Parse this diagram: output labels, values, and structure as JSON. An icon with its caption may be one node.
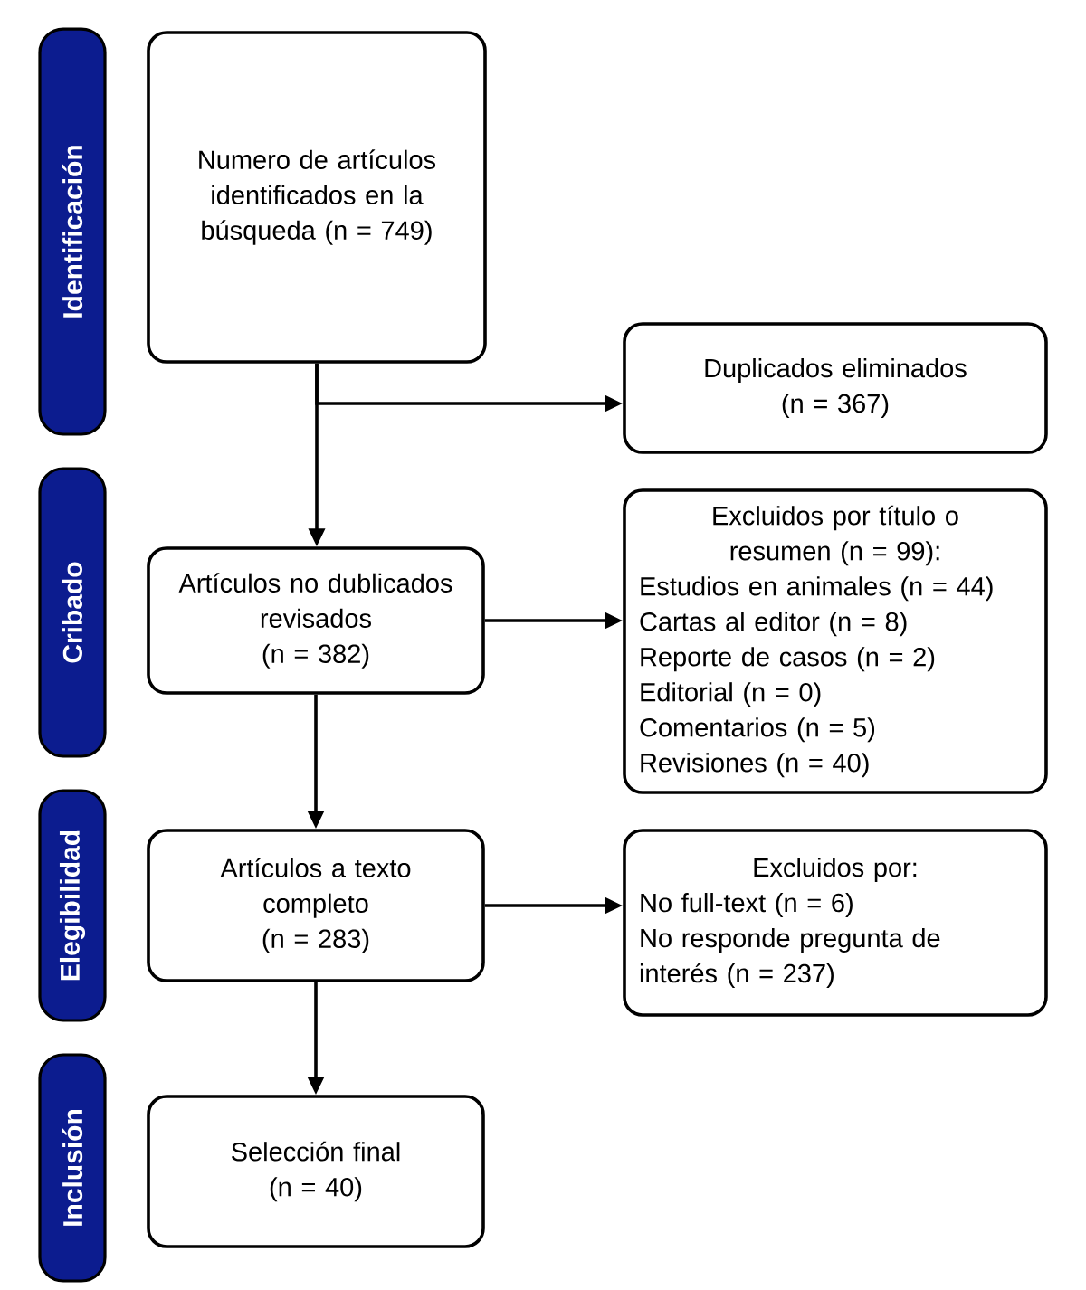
{
  "diagram": {
    "nodes": [
      {
        "text": [
          "Identificación"
        ]
      },
      {
        "text": [
          "Numero de artículos identificados en la búsqueda (n = 749)"
        ]
      },
      {
        "text": [
          "Duplicados eliminados",
          "(n = 367)"
        ]
      },
      {
        "text": [
          "Cribado"
        ]
      },
      {
        "text": [
          "Artículos no dublicados revisados",
          "(n = 382)"
        ]
      },
      {
        "text": [
          "Excluidos por título o resumen (n = 99):",
          "Estudios en animales (n = 44)",
          "Cartas al editor (n = 8)",
          "Reporte de casos (n = 2)",
          "Editorial (n = 0)",
          "Comentarios (n = 5)",
          "Revisiones (n = 40)"
        ]
      },
      {
        "text": [
          "Elegibilidad"
        ]
      },
      {
        "text": [
          "Artículos a texto completo",
          "(n = 283)"
        ]
      },
      {
        "text": [
          "Excluidos por:",
          "No full-text (n = 6)",
          "No responde pregunta de interés (n = 237)"
        ]
      },
      {
        "text": [
          "Inclusión"
        ]
      },
      {
        "text": [
          "Selección final",
          "(n = 40)"
        ]
      }
    ],
    "edges": [
      {
        "from": 1,
        "to": 4,
        "arrow": "to"
      },
      {
        "from": 1,
        "to": 2,
        "arrow": "to"
      },
      {
        "from": 4,
        "to": 5,
        "arrow": "to"
      },
      {
        "from": 4,
        "to": 7,
        "arrow": "to"
      },
      {
        "from": 7,
        "to": 8,
        "arrow": "to"
      },
      {
        "from": 7,
        "to": 10,
        "arrow": "to"
      }
    ]
  }
}
